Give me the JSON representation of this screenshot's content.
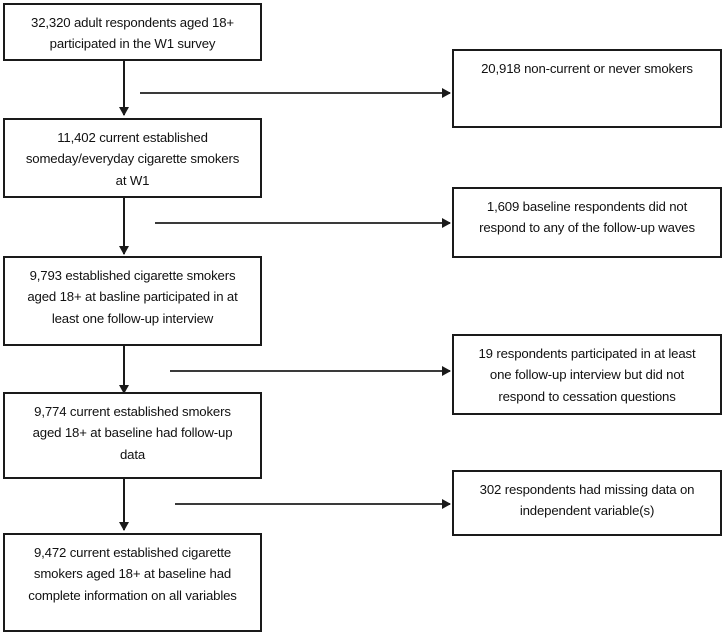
{
  "diagram": {
    "type": "flowchart",
    "title": "Study sample flow diagram",
    "main_flow": [
      {
        "id": "w1-participants",
        "text": "32,320 adult respondents aged 18+\nparticipated in the W1 survey",
        "count": "32,320"
      },
      {
        "id": "current-established-smokers-w1",
        "text": "11,402 current established\nsomeday/everyday  cigarette smokers\nat W1",
        "count": "11,402"
      },
      {
        "id": "followed-up-smokers",
        "text": "9,793 established cigarette smokers\naged 18+ at basline participated in at\nleast one follow-up interview",
        "count": "9,793"
      },
      {
        "id": "with-followup-data",
        "text": "9,774 current established smokers\naged 18+ at baseline had follow-up\ndata",
        "count": "9,774"
      },
      {
        "id": "analytic-sample",
        "text": "9,472 current established cigarette\nsmokers aged 18+ at baseline had\ncomplete information on all variables",
        "count": "9,472"
      }
    ],
    "exclusions": [
      {
        "id": "non-current-never-smokers",
        "text": "20,918 non-current or never smokers",
        "count": "20,918"
      },
      {
        "id": "no-followup-response",
        "text": "1,609 baseline respondents did not\nrespond to any of the follow-up waves",
        "count": "1,609"
      },
      {
        "id": "no-cessation-response",
        "text": "19 respondents participated in at least\none follow-up interview but did not\nrespond to cessation questions",
        "count": "19"
      },
      {
        "id": "missing-independent-vars",
        "text": "302 respondents had missing data on\nindependent variable(s)",
        "count": "302"
      }
    ],
    "colors": {
      "box_border": "#1a1a1a",
      "arrow": "#1a1a1a",
      "background": "#ffffff",
      "text": "#111111"
    }
  }
}
